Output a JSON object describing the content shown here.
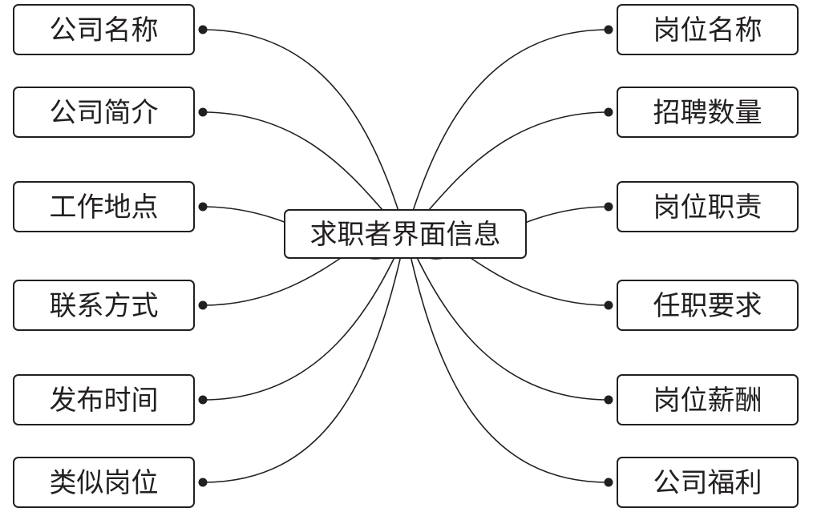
{
  "center": {
    "id": "center",
    "label": "求职者界面信息"
  },
  "left_nodes": [
    {
      "id": "company-name",
      "label": "公司名称"
    },
    {
      "id": "company-intro",
      "label": "公司简介"
    },
    {
      "id": "work-location",
      "label": "工作地点"
    },
    {
      "id": "contact-info",
      "label": "联系方式"
    },
    {
      "id": "publish-time",
      "label": "发布时间"
    },
    {
      "id": "similar-jobs",
      "label": "类似岗位"
    }
  ],
  "right_nodes": [
    {
      "id": "job-title",
      "label": "岗位名称"
    },
    {
      "id": "hiring-count",
      "label": "招聘数量"
    },
    {
      "id": "job-duties",
      "label": "岗位职责"
    },
    {
      "id": "job-requirements",
      "label": "任职要求"
    },
    {
      "id": "job-salary",
      "label": "岗位薪酬"
    },
    {
      "id": "company-benefits",
      "label": "公司福利"
    }
  ],
  "colors": {
    "stroke": "#231f20",
    "fill": "#ffffff"
  }
}
